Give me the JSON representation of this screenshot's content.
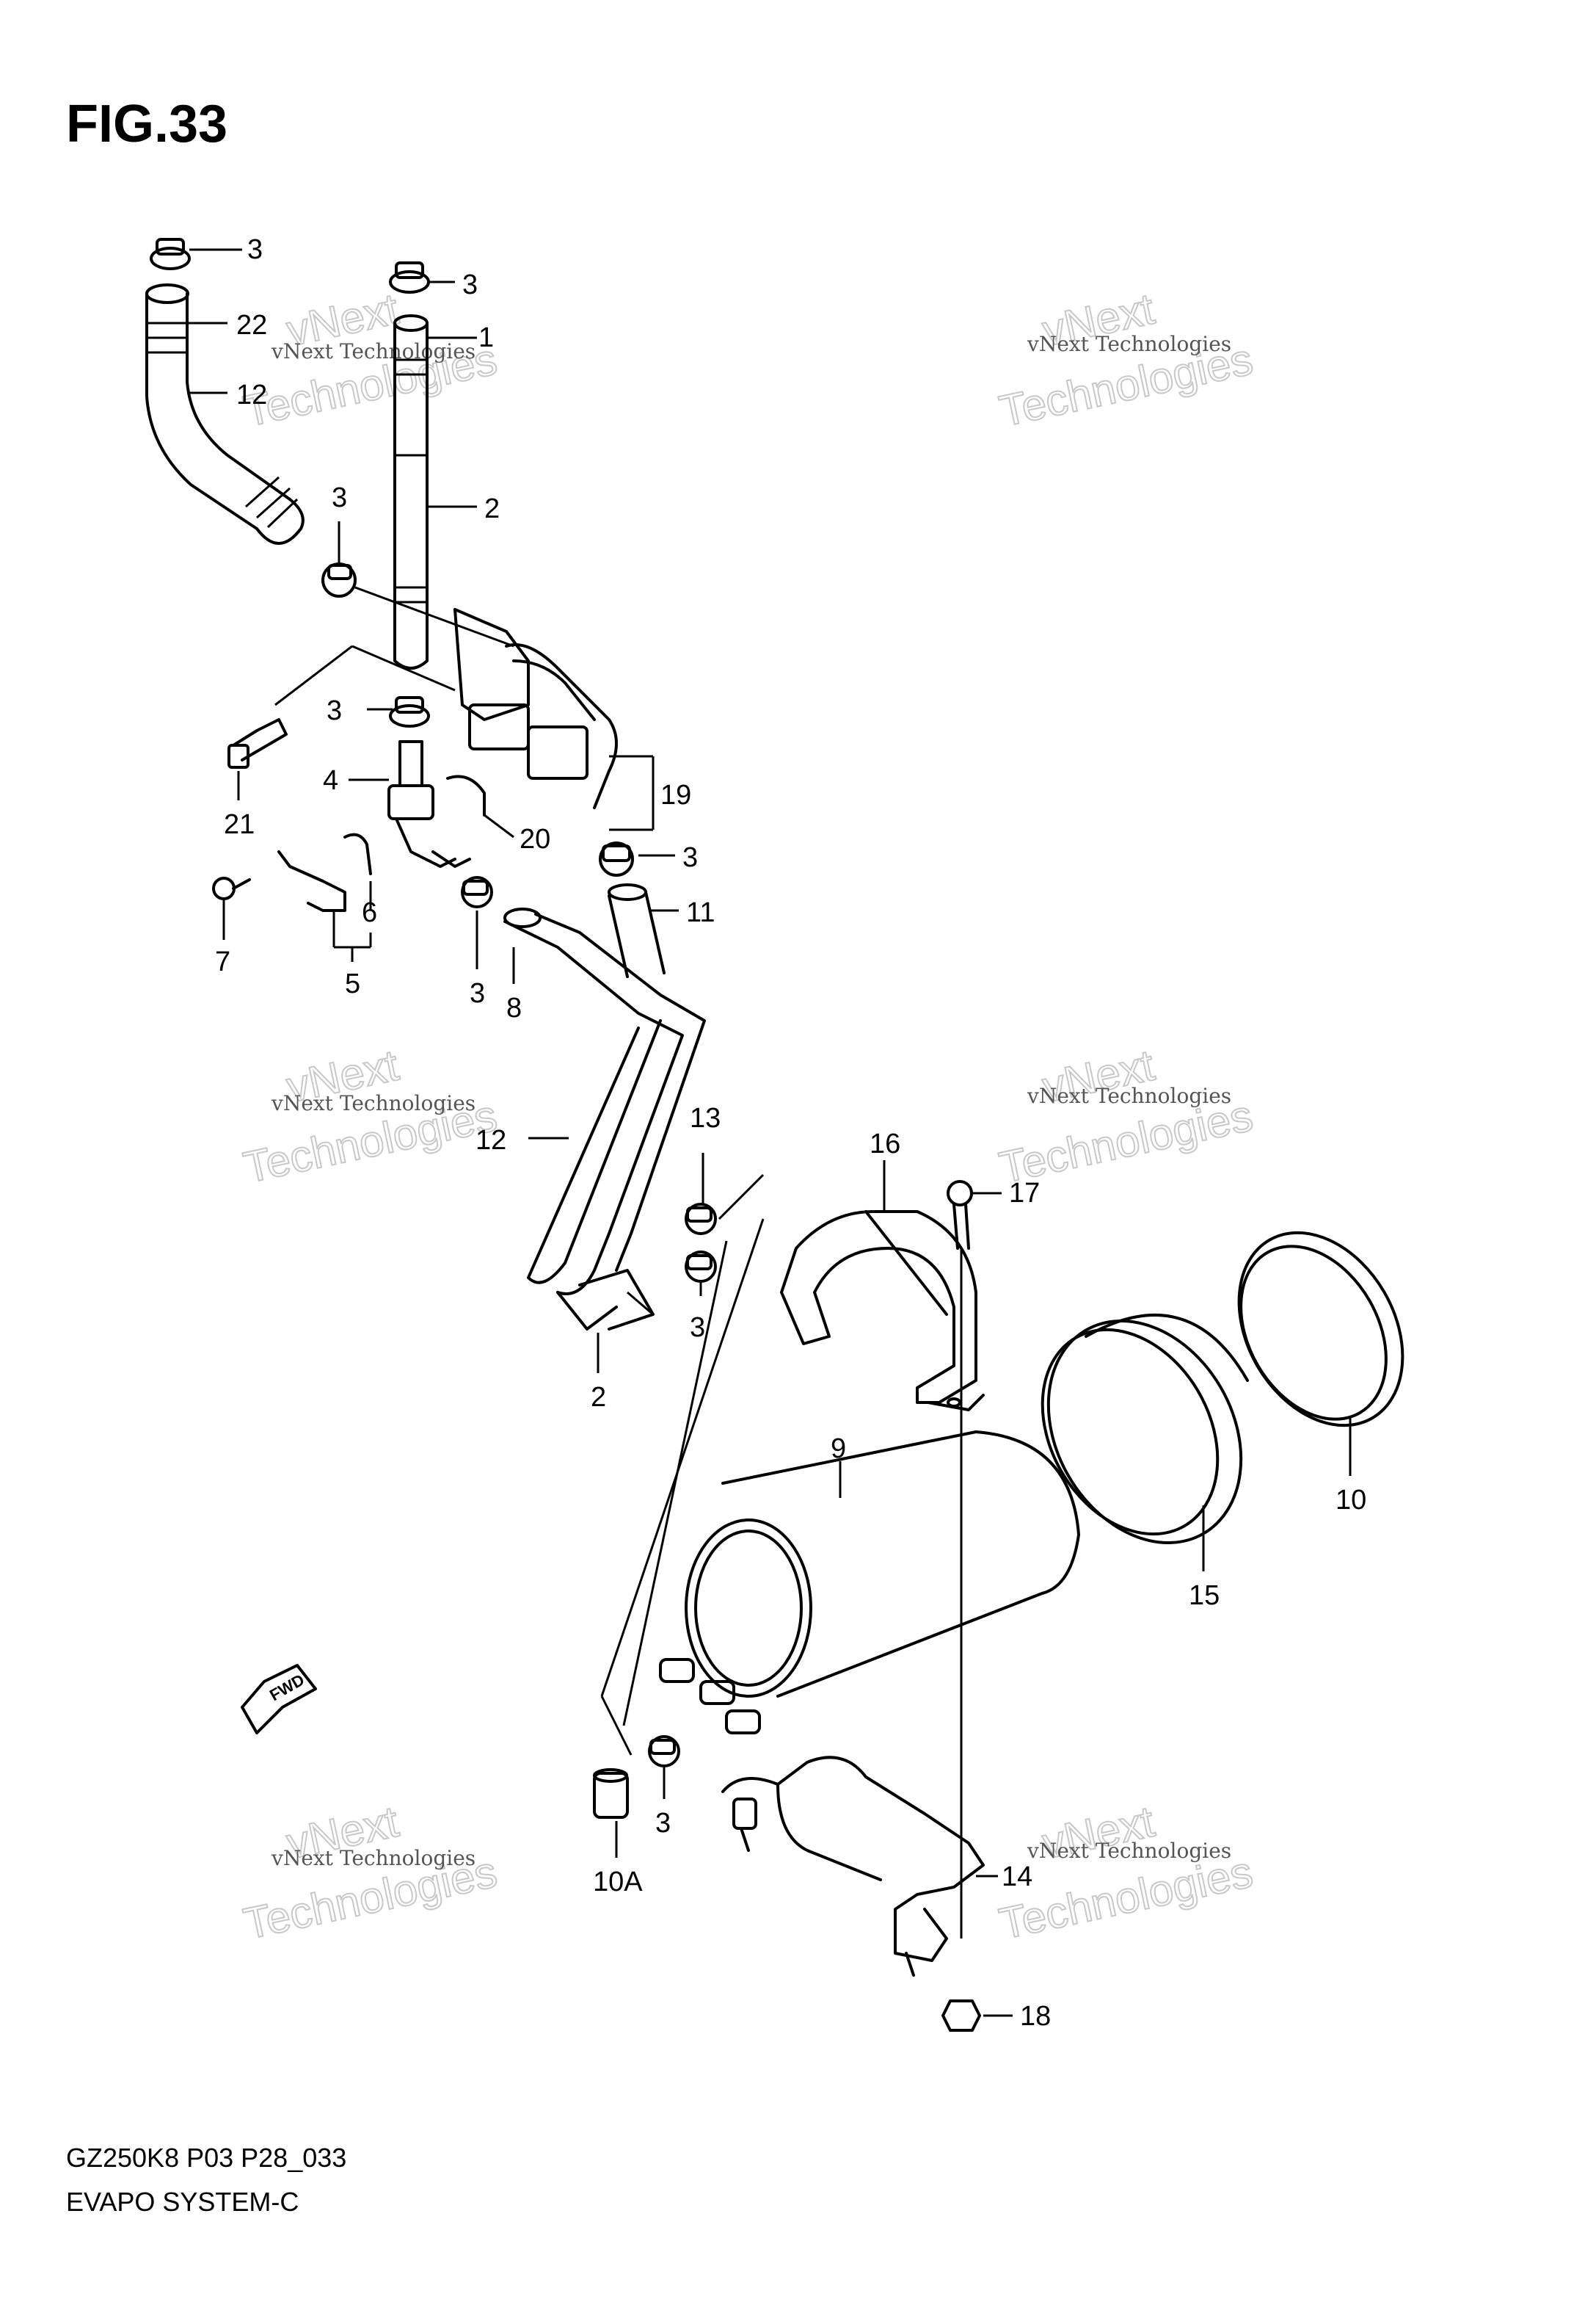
{
  "figure": {
    "title": "FIG.33"
  },
  "footer": {
    "code": "GZ250K8 P03 P28_033",
    "name": "EVAPO SYSTEM-C"
  },
  "watermark": {
    "line1": "vNext Technologies",
    "line2": "vNext",
    "line3": "Technologies"
  },
  "fwd_label": "FWD",
  "callouts": [
    "3",
    "3",
    "22",
    "1",
    "12",
    "2",
    "3",
    "3",
    "4",
    "21",
    "19",
    "20",
    "3",
    "11",
    "6",
    "7",
    "5",
    "3",
    "8",
    "12",
    "13",
    "3",
    "2",
    "16",
    "17",
    "9",
    "10",
    "15",
    "3",
    "10A",
    "14",
    "18"
  ]
}
